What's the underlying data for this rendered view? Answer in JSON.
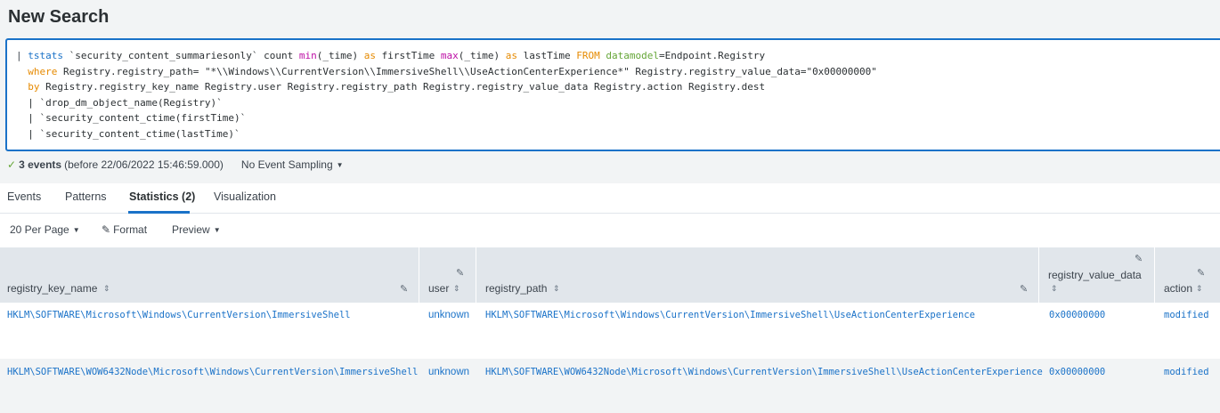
{
  "page": {
    "title": "New Search"
  },
  "search": {
    "lines": [
      {
        "parts": [
          [
            "pipe",
            "| "
          ],
          [
            "cmd",
            "tstats"
          ],
          [
            "plain",
            " `security_content_summariesonly` count "
          ],
          [
            "fn",
            "min"
          ],
          [
            "plain",
            "(_time) "
          ],
          [
            "op",
            "as"
          ],
          [
            "plain",
            " firstTime "
          ],
          [
            "fn",
            "max"
          ],
          [
            "plain",
            "(_time) "
          ],
          [
            "op",
            "as"
          ],
          [
            "plain",
            " lastTime "
          ],
          [
            "op",
            "FROM"
          ],
          [
            "plain",
            " "
          ],
          [
            "arg",
            "datamodel"
          ],
          [
            "plain",
            "=Endpoint.Registry"
          ]
        ]
      },
      {
        "parts": [
          [
            "plain",
            "  "
          ],
          [
            "op",
            "where"
          ],
          [
            "plain",
            " Registry.registry_path= \"*\\\\Windows\\\\CurrentVersion\\\\ImmersiveShell\\\\UseActionCenterExperience*\" Registry.registry_value_data=\"0x00000000\""
          ]
        ]
      },
      {
        "parts": [
          [
            "plain",
            "  "
          ],
          [
            "op",
            "by"
          ],
          [
            "plain",
            " Registry.registry_key_name Registry.user Registry.registry_path Registry.registry_value_data Registry.action Registry.dest"
          ]
        ]
      },
      {
        "parts": [
          [
            "plain",
            "  | `drop_dm_object_name(Registry)`"
          ]
        ]
      },
      {
        "parts": [
          [
            "plain",
            "  | `security_content_ctime(firstTime)`"
          ]
        ]
      },
      {
        "parts": [
          [
            "plain",
            "  | `security_content_ctime(lastTime)`"
          ]
        ]
      }
    ]
  },
  "summary": {
    "count": "3 events",
    "detail": "(before 22/06/2022 15:46:59.000)",
    "sampling": "No Event Sampling"
  },
  "tabs": [
    {
      "label": "Events",
      "active": false
    },
    {
      "label": "Patterns",
      "active": false
    },
    {
      "label": "Statistics (2)",
      "active": true
    },
    {
      "label": "Visualization",
      "active": false
    }
  ],
  "toolbar": {
    "per_page": "20 Per Page",
    "format": "Format",
    "preview": "Preview"
  },
  "table": {
    "columns": [
      "registry_key_name",
      "user",
      "registry_path",
      "registry_value_data",
      "action"
    ],
    "rows": [
      [
        "HKLM\\SOFTWARE\\Microsoft\\Windows\\CurrentVersion\\ImmersiveShell",
        "unknown",
        "HKLM\\SOFTWARE\\Microsoft\\Windows\\CurrentVersion\\ImmersiveShell\\UseActionCenterExperience",
        "0x00000000",
        "modified"
      ],
      [
        "HKLM\\SOFTWARE\\WOW6432Node\\Microsoft\\Windows\\CurrentVersion\\ImmersiveShell",
        "unknown",
        "HKLM\\SOFTWARE\\WOW6432Node\\Microsoft\\Windows\\CurrentVersion\\ImmersiveShell\\UseActionCenterExperience",
        "0x00000000",
        "modified"
      ]
    ]
  }
}
